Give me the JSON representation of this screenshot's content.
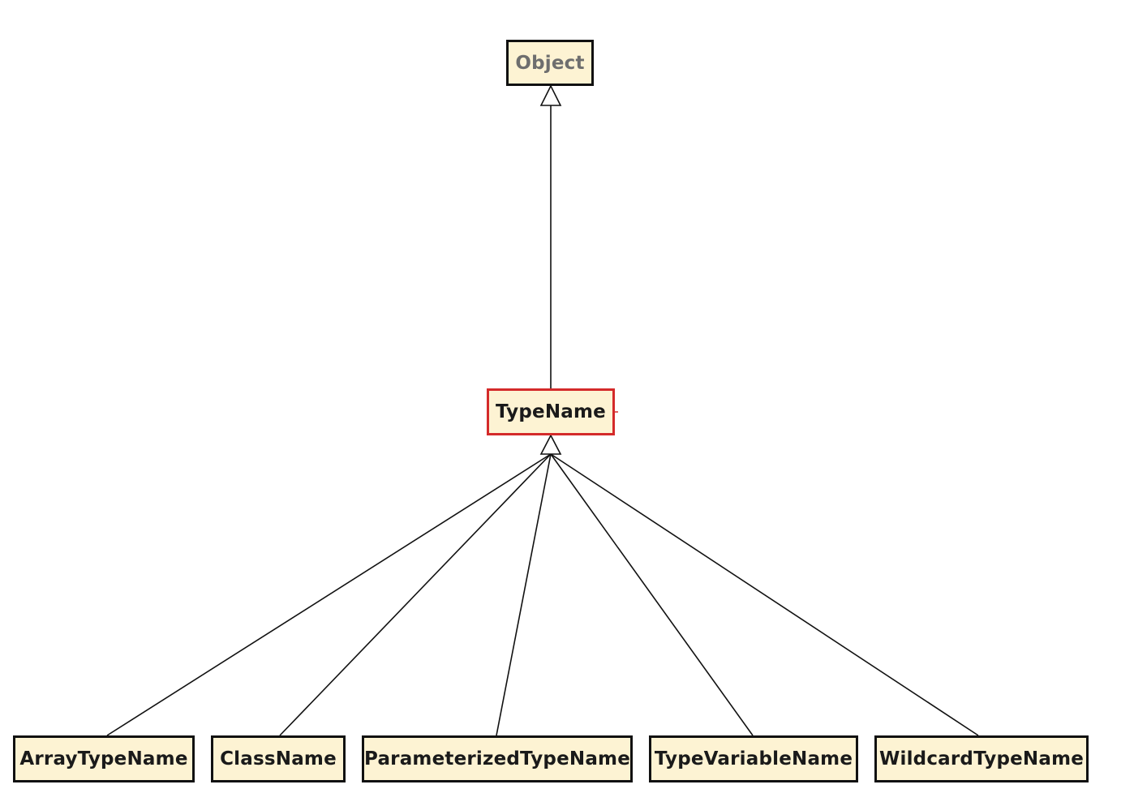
{
  "diagram": {
    "colors": {
      "node_fill": "#fdf3d3",
      "node_border": "#111111",
      "selected_border": "#d42a2a",
      "external_text": "#6e6e6e",
      "edge": "#111111"
    },
    "nodes": {
      "object": {
        "label": "Object",
        "external": true
      },
      "typename": {
        "label": "TypeName",
        "selected": true
      },
      "array": {
        "label": "ArrayTypeName"
      },
      "class": {
        "label": "ClassName"
      },
      "parameterized": {
        "label": "ParameterizedTypeName"
      },
      "typevariable": {
        "label": "TypeVariableName"
      },
      "wildcard": {
        "label": "WildcardTypeName"
      }
    },
    "edges": [
      {
        "from": "typename",
        "to": "object",
        "type": "inheritance"
      },
      {
        "from": "array",
        "to": "typename",
        "type": "inheritance"
      },
      {
        "from": "class",
        "to": "typename",
        "type": "inheritance"
      },
      {
        "from": "parameterized",
        "to": "typename",
        "type": "inheritance"
      },
      {
        "from": "typevariable",
        "to": "typename",
        "type": "inheritance"
      },
      {
        "from": "wildcard",
        "to": "typename",
        "type": "inheritance"
      }
    ]
  }
}
